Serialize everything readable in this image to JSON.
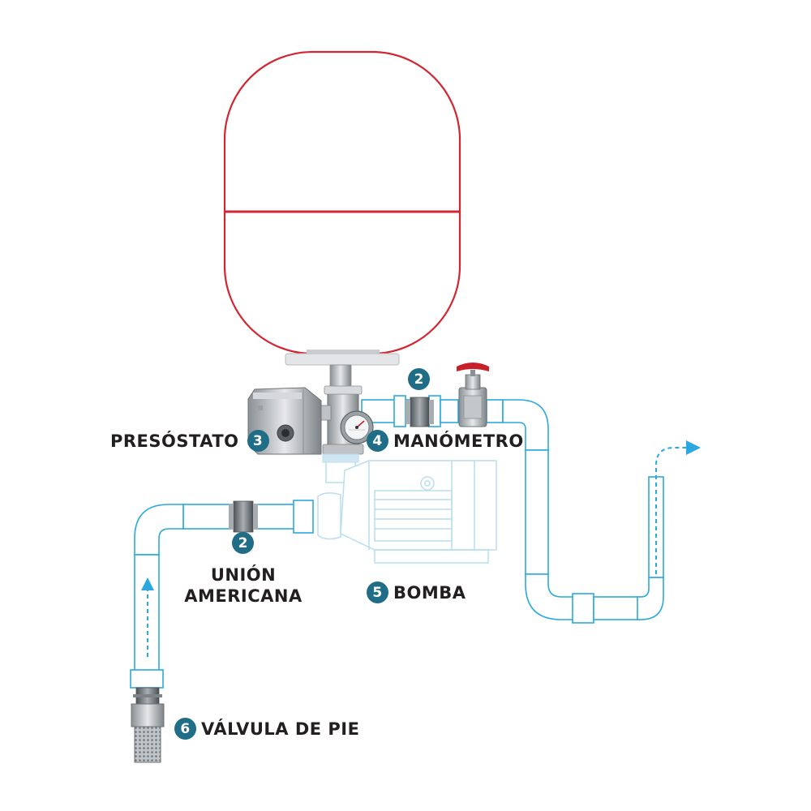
{
  "colors": {
    "tank_outline": "#d32630",
    "pipe_outline": "#2aa9e0",
    "badge_fill": "#1f6d86",
    "flow_arrow": "#2aa9e0",
    "valve_handle": "#c8202b",
    "text": "#231f20"
  },
  "labels": {
    "presostato": {
      "text": "PRESÓSTATO",
      "number": "3"
    },
    "manometro": {
      "text": "MANÓMETRO",
      "number": "4"
    },
    "union_top": {
      "number": "2"
    },
    "union_bottom": {
      "number": "2",
      "line1": "UNIÓN",
      "line2": "AMERICANA"
    },
    "bomba": {
      "text": "BOMBA",
      "number": "5"
    },
    "valvula": {
      "text": "VÁLVULA DE PIE",
      "number": "6"
    }
  }
}
